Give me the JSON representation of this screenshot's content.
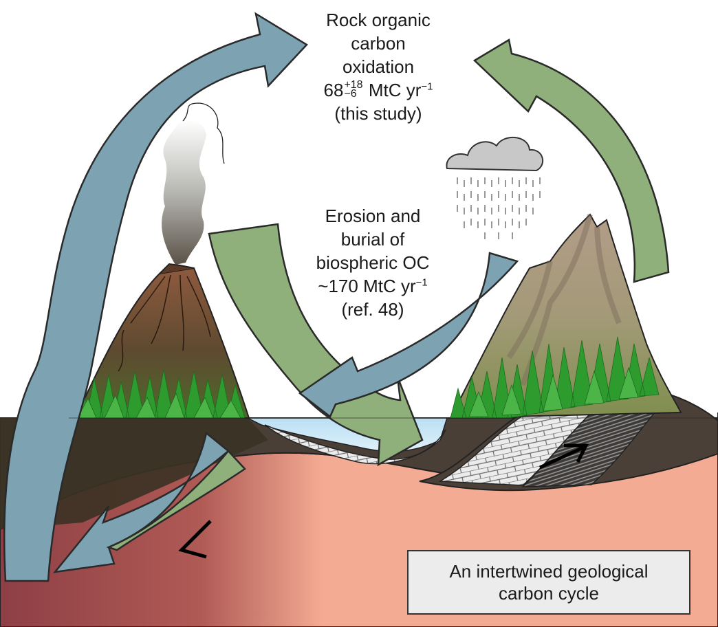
{
  "labels": {
    "rock_oxidation": {
      "line1": "Rock organic",
      "line2": "carbon",
      "line3": "oxidation",
      "value_main": "68",
      "value_plus": "+18",
      "value_minus": "−6",
      "value_unit": "MtC yr",
      "value_unit_exp": "−1",
      "source": "(this study)"
    },
    "erosion_burial": {
      "line1": "Erosion and",
      "line2": "burial of",
      "line3": "biospheric OC",
      "value": "~170 MtC yr",
      "value_exp": "−1",
      "source": "(ref. 48)"
    },
    "box": {
      "line1": "An intertwined geological",
      "line2": "carbon cycle"
    }
  },
  "colors": {
    "blue_arrow": "#7da3b3",
    "green_arrow": "#8fb07a",
    "mantle": "#f4ab93",
    "mantle_dark": "#9c4a4c",
    "crust": "#4a3f37",
    "water": "#cde6f5",
    "forest": "#2e9b2f",
    "volcano": "#8c5a40",
    "mountain": "#a89a80",
    "cloud": "#c8c8c8"
  }
}
